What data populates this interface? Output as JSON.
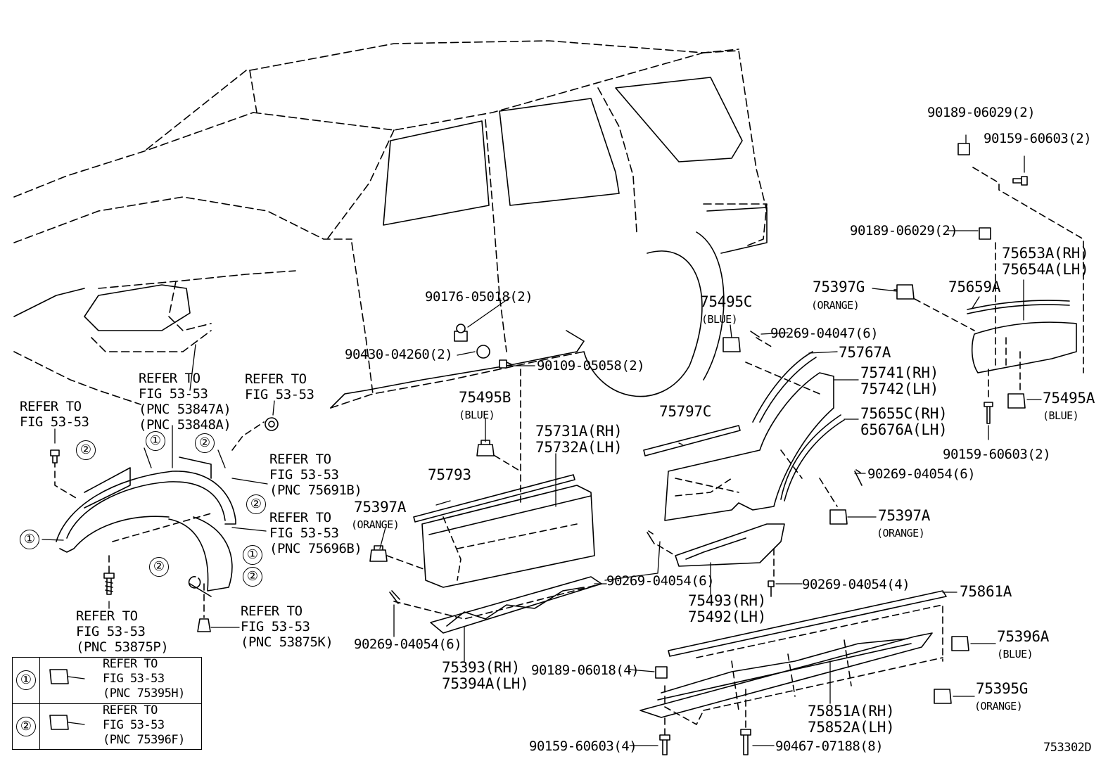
{
  "figure_id": "753302D",
  "refer_texts": {
    "front_left": [
      "REFER TO",
      "FIG 53-53"
    ],
    "fender_liner_top": [
      "REFER TO",
      "FIG 53-53",
      "(PNC 53847A)",
      "(PNC 53848A)"
    ],
    "fender_clip": [
      "REFER TO",
      "FIG 53-53"
    ],
    "flare_upper": [
      "REFER TO",
      "FIG 53-53",
      "(PNC 75691B)"
    ],
    "flare_lower": [
      "REFER TO",
      "FIG 53-53",
      "(PNC 75696B)"
    ],
    "screw_bottom_left": [
      "REFER TO",
      "FIG 53-53",
      "(PNC 53875P)"
    ],
    "nut_bottom": [
      "REFER TO",
      "FIG 53-53",
      "(PNC 53875K)"
    ]
  },
  "legend": [
    {
      "num": "①",
      "lines": [
        "REFER TO",
        "FIG 53-53",
        "(PNC 75395H)"
      ]
    },
    {
      "num": "②",
      "lines": [
        "REFER TO",
        "FIG 53-53",
        "(PNC 75396F)"
      ]
    }
  ],
  "callouts": {
    "c1": "①",
    "c2": "②"
  },
  "parts": {
    "p90176": "90176-05018(2)",
    "p90430": "90430-04260(2)",
    "p90109": "90109-05058(2)",
    "p75495B": "75495B",
    "p75495B_color": "(BLUE)",
    "p75731": "75731A(RH)",
    "p75732": "75732A(LH)",
    "p75793": "75793",
    "p75397A_l": "75397A",
    "p75397A_l_color": "(ORANGE)",
    "p90269_a": "90269-04054(6)",
    "p75393": "75393(RH)",
    "p75394": "75394A(LH)",
    "p90189_top": "90189-06029(2)",
    "p90159_top": "90159-60603(2)",
    "p90189_mid": "90189-06029(2)",
    "p75653": "75653A(RH)",
    "p75654": "75654A(LH)",
    "p75397G": "75397G",
    "p75397G_color": "(ORANGE)",
    "p75659A": "75659A",
    "p75495C": "75495C",
    "p75495C_color": "(BLUE)",
    "p90269_b": "90269-04047(6)",
    "p75767A": "75767A",
    "p75741": "75741(RH)",
    "p75742": "75742(LH)",
    "p75495A": "75495A",
    "p75495A_color": "(BLUE)",
    "p75655": "75655C(RH)",
    "p65676": "65676A(LH)",
    "p90159_mid": "90159-60603(2)",
    "p75797C": "75797C",
    "p90269_c": "90269-04054(6)",
    "p75397A_r": "75397A",
    "p75397A_r_color": "(ORANGE)",
    "p90269_d": "90269-04054(6)",
    "p75493": "75493(RH)",
    "p75492": "75492(LH)",
    "p90269_e": "90269-04054(4)",
    "p75861A": "75861A",
    "p75396A": "75396A",
    "p75396A_color": "(BLUE)",
    "p90189_bot": "90189-06018(4)",
    "p75395G": "75395G",
    "p75395G_color": "(ORANGE)",
    "p75851": "75851A(RH)",
    "p75852": "75852A(LH)",
    "p90159_bot": "90159-60603(4)",
    "p90467": "90467-07188(8)"
  }
}
